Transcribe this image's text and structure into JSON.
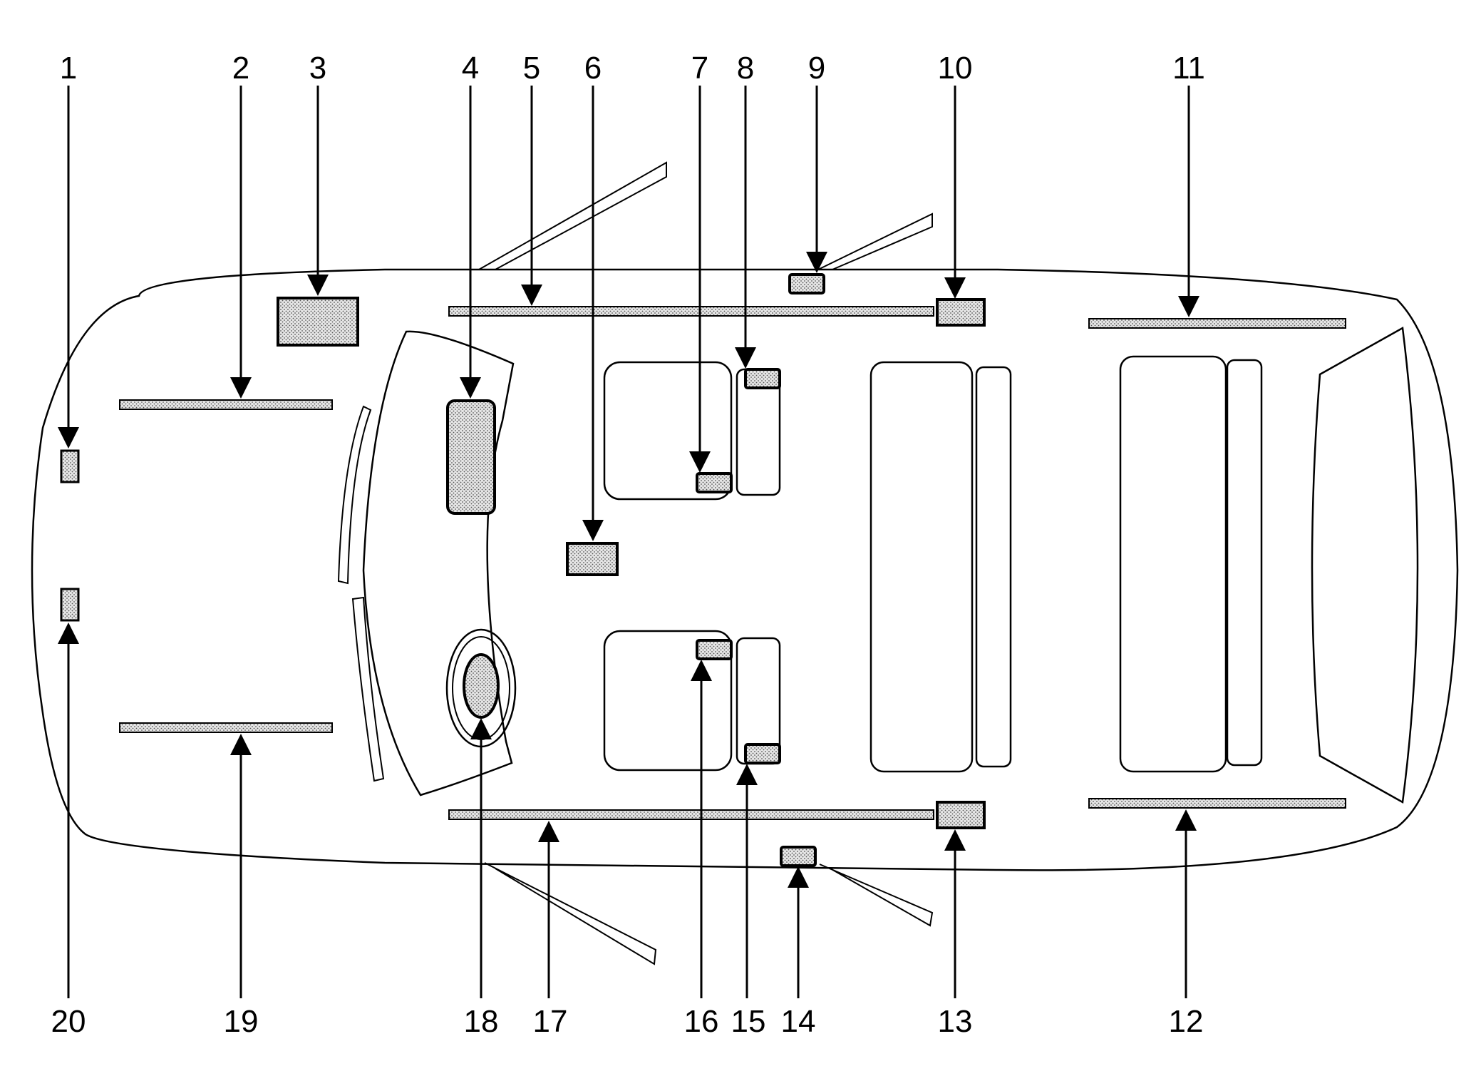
{
  "callouts": {
    "c1": "1",
    "c2": "2",
    "c3": "3",
    "c4": "4",
    "c5": "5",
    "c6": "6",
    "c7": "7",
    "c8": "8",
    "c9": "9",
    "c10": "10",
    "c11": "11",
    "c12": "12",
    "c13": "13",
    "c14": "14",
    "c15": "15",
    "c16": "16",
    "c17": "17",
    "c18": "18",
    "c19": "19",
    "c20": "20"
  },
  "colors": {
    "line": "#000000",
    "fill": "#ffffff",
    "component_fill": "#d9d9d9"
  }
}
